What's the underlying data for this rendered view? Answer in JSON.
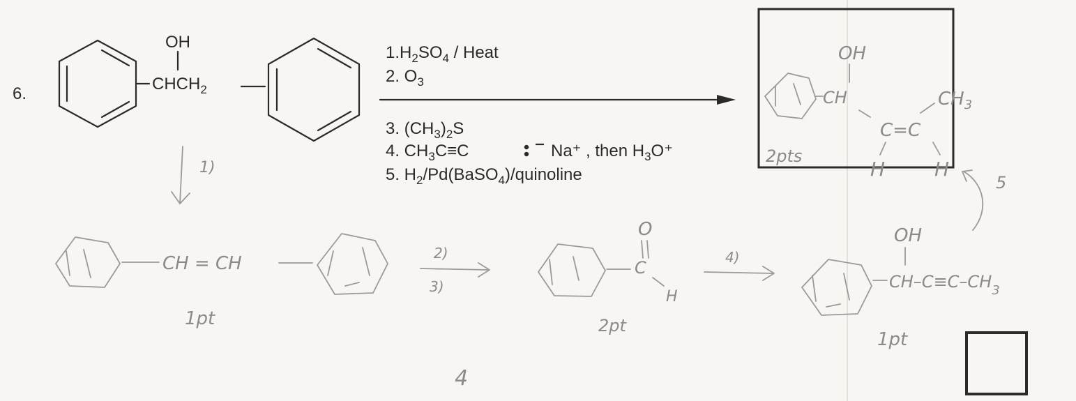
{
  "problem": {
    "number": "6.",
    "start_oh": "OH",
    "start_chain_a": "CHCH",
    "start_chain_sub": "2"
  },
  "reagents": {
    "step1": {
      "pre": "1.H",
      "s1": "2",
      "mid": "SO",
      "s2": "4",
      "post": " / Heat"
    },
    "step2": {
      "pre": "2. O",
      "s1": "3"
    },
    "step3": {
      "pre": "3. (CH",
      "s1": "3",
      "mid": ")",
      "s2": "2",
      "post": "S"
    },
    "step4": {
      "pre": "4. CH",
      "s1": "3",
      "mid": "C≡C",
      "post": "Na⁺ , then H",
      "s2": "3",
      "end": "O⁺"
    },
    "step5": {
      "pre": "5. H",
      "s1": "2",
      "mid": "/Pd(BaSO",
      "s2": "4",
      "post": ")/quinoline"
    }
  },
  "handwritten": {
    "answer_oh": "OH",
    "answer_ch": "CH",
    "answer_alkene": "C=C",
    "answer_ch3": "CH",
    "answer_ch3_sub": "3",
    "answer_h_left": "H",
    "answer_h_right": "H",
    "answer_points": "2pts",
    "arrow_note": "5",
    "step1_label": "1)",
    "stilbene_chain": "CH = CH",
    "stilbene_points": "1pt",
    "arrow_2": "2)",
    "arrow_3": "3)",
    "aldehyde_o": "O",
    "aldehyde_c": "C",
    "aldehyde_h": "H",
    "aldehyde_points": "2pt",
    "arrow_4": "4)",
    "alkyne_oh": "OH",
    "alkyne_chain": "CH–C≡C–CH",
    "alkyne_sub": "3",
    "alkyne_points": "1pt",
    "total_score": "4"
  }
}
